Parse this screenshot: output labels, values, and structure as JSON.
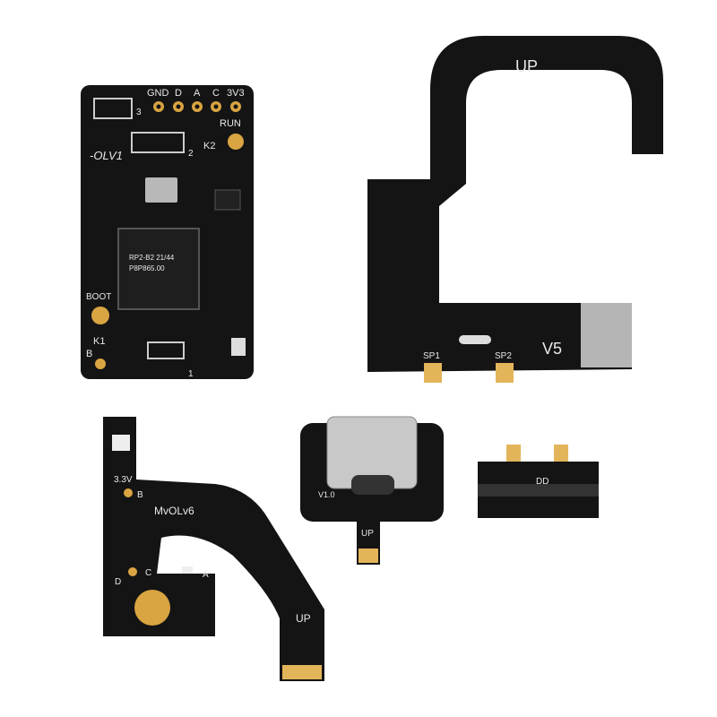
{
  "scene": "product-photo",
  "colors": {
    "board": "#141414",
    "gold": "#d9a441",
    "silk": "#e8e8e8",
    "background": "#ffffff"
  },
  "main_board": {
    "header_pins": [
      "GND",
      "D",
      "A",
      "C",
      "3V3"
    ],
    "run_label": "RUN",
    "k2_label": "K2",
    "brand": "-OLV1",
    "boot_label": "BOOT",
    "k1_label": "K1",
    "b_label": "B",
    "conn3_label": "3",
    "conn2_label": "2",
    "conn1_label": "1",
    "chip_text_1": "RP2-B2  21/44",
    "chip_text_2": "P8P865.00"
  },
  "flex_up_board": {
    "up_label": "UP",
    "version": "V5",
    "sp1": "SP1",
    "sp2": "SP2"
  },
  "mvolv6_board": {
    "voltage": "3.3V",
    "b_label": "B",
    "name": "MvOLv6",
    "c_label": "C",
    "d_label": "D",
    "a_label": "A",
    "up_label": "UP"
  },
  "usbc_board": {
    "version": "V1.0",
    "up_label": "UP"
  },
  "small_board": {
    "label": "DD"
  }
}
